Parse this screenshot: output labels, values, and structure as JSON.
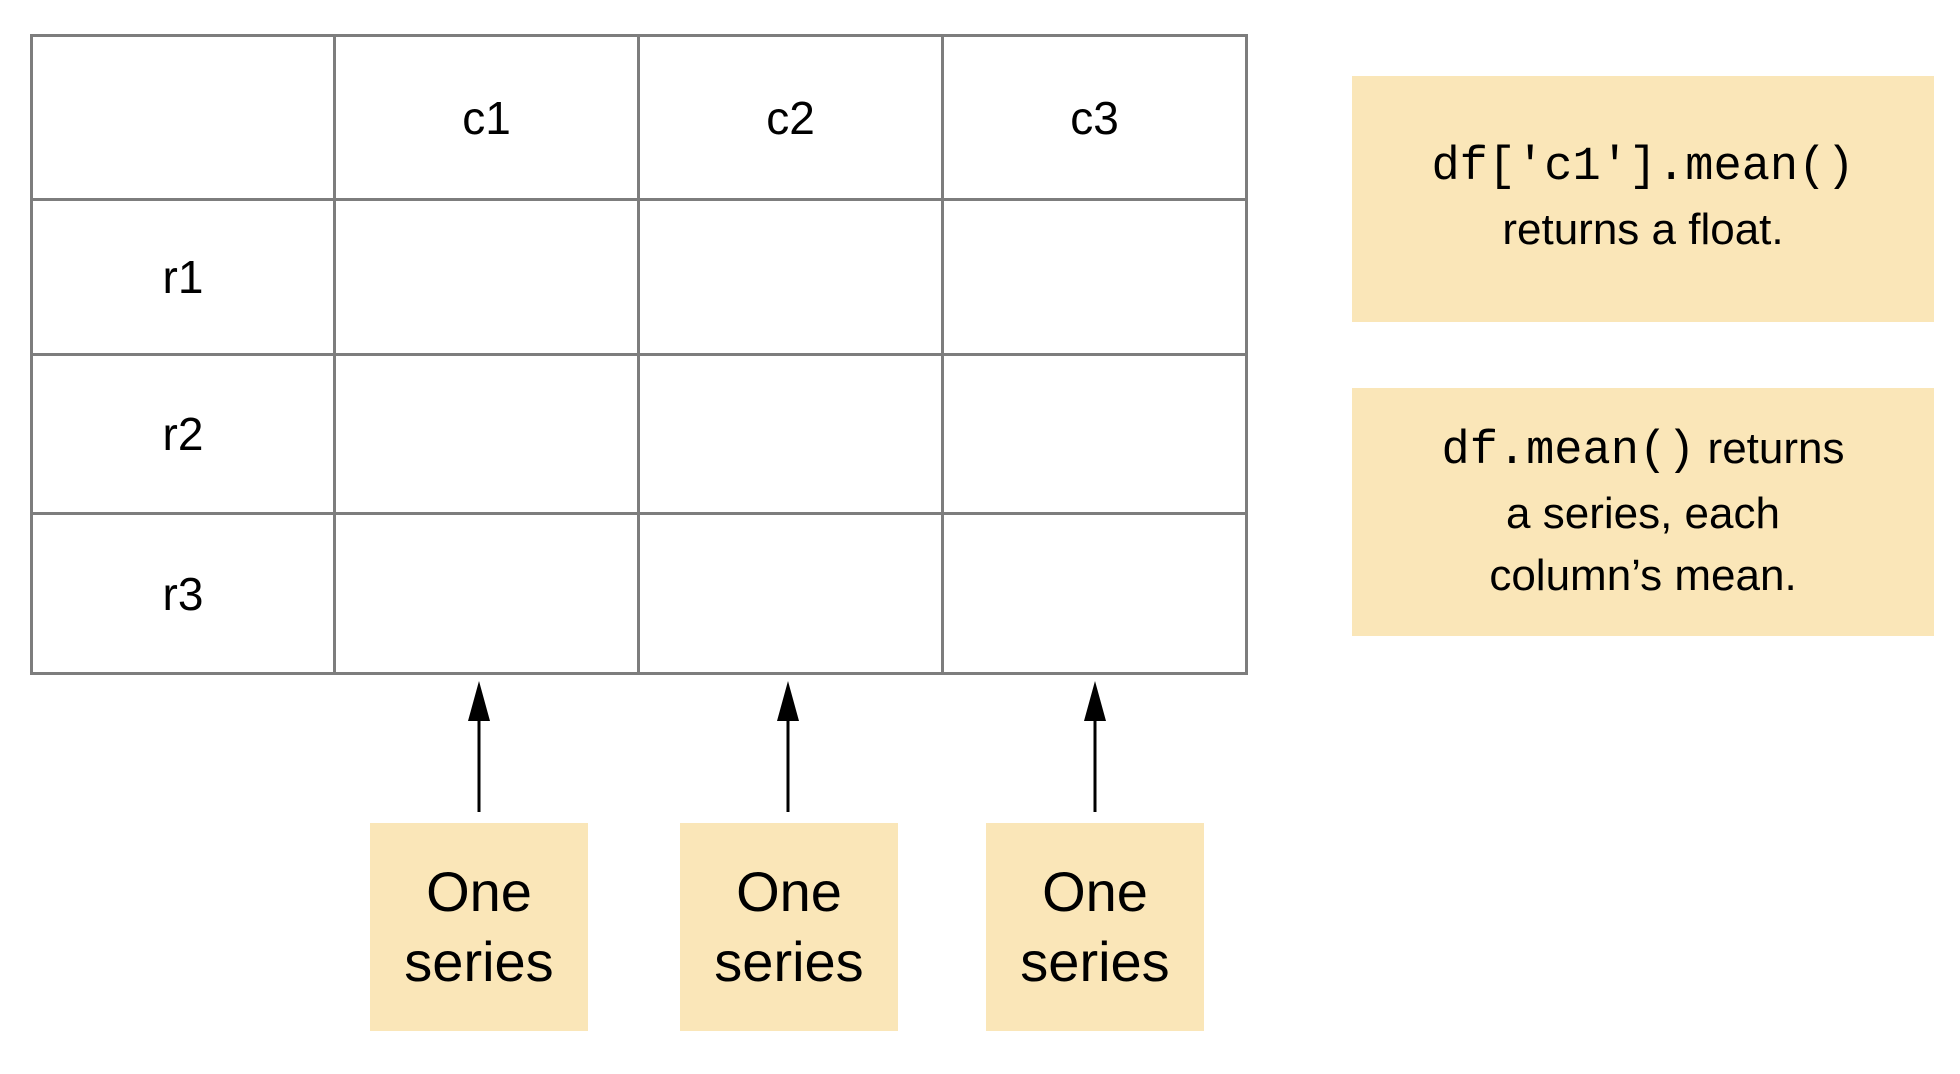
{
  "table": {
    "columns": [
      "c1",
      "c2",
      "c3"
    ],
    "rows": [
      "r1",
      "r2",
      "r3"
    ]
  },
  "series_notes": [
    {
      "line1": "One",
      "line2": "series"
    },
    {
      "line1": "One",
      "line2": "series"
    },
    {
      "line1": "One",
      "line2": "series"
    }
  ],
  "notes": {
    "single_column": {
      "code": "df['c1'].mean()",
      "text": "returns a float."
    },
    "dataframe": {
      "code": "df.mean()",
      "text_after_code": " returns",
      "line2": "a series, each",
      "line3": "column’s mean."
    }
  },
  "colors": {
    "note_fill": "#fae6b8",
    "grid_line": "#7d7d7d",
    "arrow": "#000000"
  }
}
